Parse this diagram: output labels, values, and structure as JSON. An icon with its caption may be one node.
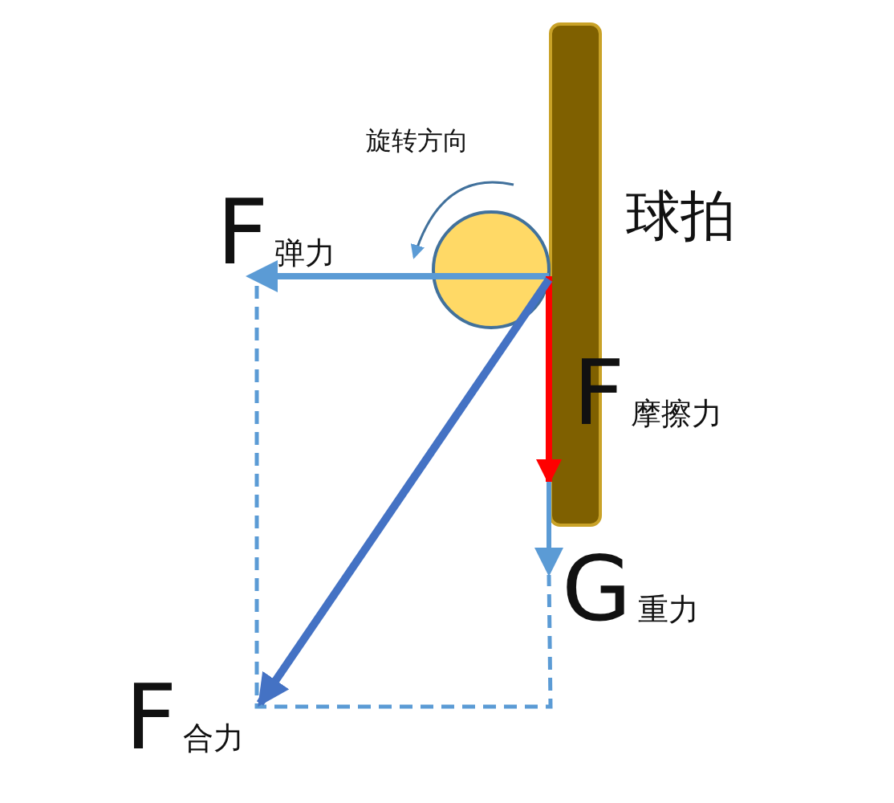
{
  "diagram": {
    "labels": [
      "旋转方向",
      "F$_{弹力}$",
      "球拍",
      "F$_{摩擦力}$",
      "G$_{重力}$",
      "F$_{合力}$"
    ]
  }
}
